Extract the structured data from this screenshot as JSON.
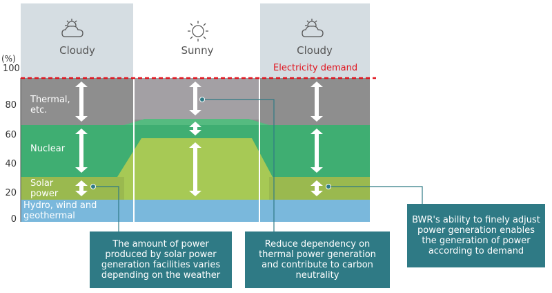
{
  "weather": [
    {
      "label": "Cloudy",
      "icon": "cloud-sun-icon"
    },
    {
      "label": "Sunny",
      "icon": "sun-icon"
    },
    {
      "label": "Cloudy",
      "icon": "cloud-sun-icon"
    }
  ],
  "axis": {
    "unit": "(%)",
    "ticks": [
      "100",
      "80",
      "60",
      "40",
      "20",
      "0"
    ]
  },
  "demand_label": "Electricity demand",
  "bands": {
    "thermal": "Thermal, etc.",
    "nuclear": "Nuclear",
    "solar": "Solar power",
    "hydro": "Hydro, wind and geothermal"
  },
  "callouts": {
    "solar": "The amount of power produced by solar power generation facilities varies depending on the weather",
    "thermal": "Reduce dependency on thermal power generation and contribute to carbon neutrality",
    "bwr": "BWR's ability to finely adjust power generation enables the generation of power according to demand"
  },
  "colors": {
    "demand": "#e0141e",
    "thermal": "#8e8e8e",
    "nuclear": "#3fae72",
    "solar": "#a7c955",
    "hydro": "#7ab8dc",
    "callout": "#2f7a85",
    "cloudy_bg": "#d5dde2"
  }
}
